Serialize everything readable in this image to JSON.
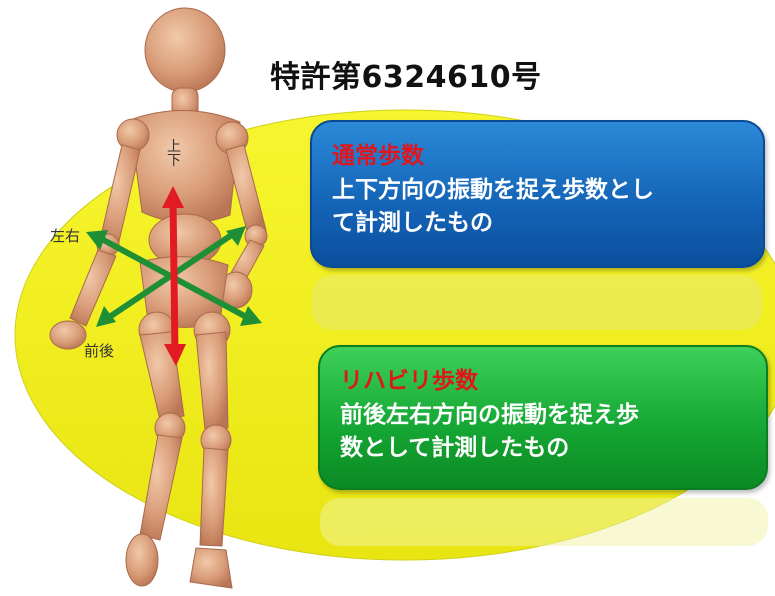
{
  "title": "特許第6324610号",
  "axis_labels": {
    "vertical": "上下",
    "lateral": "左右",
    "front_back": "前後"
  },
  "boxes": {
    "normal": {
      "heading": "通常歩数",
      "description": "上下方向の振動を捉え歩数とし\nて計測したもの"
    },
    "rehab": {
      "heading": "リハビリ歩数",
      "description": "前後左右方向の振動を捉え歩\n数として計測したもの"
    }
  },
  "colors": {
    "ellipse": "#f4f21a",
    "vertical_arrow": "#e21b23",
    "horizontal_arrows": "#1f8f35",
    "blue_box": "#1565b8",
    "green_box": "#16a834",
    "heading_red": "#e0161d"
  }
}
